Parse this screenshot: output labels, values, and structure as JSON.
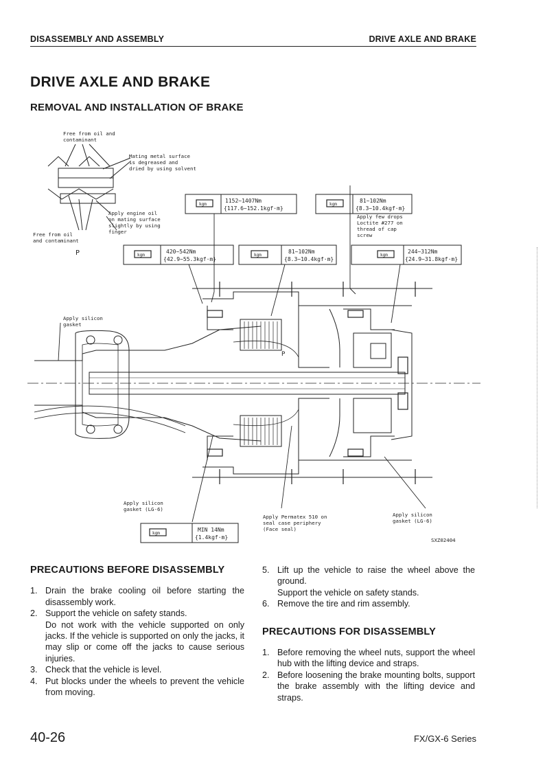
{
  "header": {
    "left": "DISASSEMBLY AND ASSEMBLY",
    "right": "DRIVE AXLE AND BRAKE"
  },
  "title": "DRIVE AXLE AND BRAKE",
  "subtitle": "REMOVAL AND INSTALLATION OF BRAKE",
  "figure": {
    "code": "SXZ02404",
    "labels": {
      "free_oil_top": [
        "Free from oil and",
        "contaminant"
      ],
      "mating_metal": [
        "Mating metal surface",
        "is degreased and",
        "dried by using solvent"
      ],
      "apply_engine_oil": [
        "Apply engine oil",
        "on mating surface",
        "slightly by using",
        "finger"
      ],
      "free_oil_bottom": [
        "Free from oil",
        "and contaminant"
      ],
      "p_left": "P",
      "p_mid": "P",
      "apply_silicon_left": [
        "Apply silicon",
        "gasket"
      ],
      "apply_silicon_bottom": [
        "Apply silicon",
        "gasket (LG-6)"
      ],
      "apply_permatex": [
        "Apply Permatex 510 on",
        "seal case periphery",
        "(Face seal)"
      ],
      "apply_silicon_right": [
        "Apply silicon",
        "gasket (LG-6)"
      ],
      "apply_loctite": [
        "Apply few drops",
        "Loctite #277 on",
        "thread of cap",
        "screw"
      ]
    },
    "torques": [
      {
        "tag": "kgm",
        "line1": "1152~1407Nm",
        "line2": "{117.6~152.1kgf·m}"
      },
      {
        "tag": "kgm",
        "line1": "81~102Nm",
        "line2": "{8.3~10.4kgf·m}"
      },
      {
        "tag": "kgm",
        "line1": "420~542Nm",
        "line2": "{42.9~55.3kgf·m}"
      },
      {
        "tag": "kgm",
        "line1": "81~102Nm",
        "line2": "{8.3~10.4kgf·m}"
      },
      {
        "tag": "kgm",
        "line1": "244~312Nm",
        "line2": "{24.9~31.8kgf·m}"
      },
      {
        "tag": "kgm",
        "line1": "MIN 14Nm",
        "line2": "{1.4kgf·m}"
      }
    ]
  },
  "left_section": {
    "heading": "PRECAUTIONS BEFORE DISASSEMBLY",
    "items": [
      {
        "num": "1.",
        "lines": [
          "Drain the brake cooling oil before starting the disassembly work."
        ]
      },
      {
        "num": "2.",
        "lines": [
          "Support the vehicle on safety stands.",
          "Do not work with the vehicle supported on only jacks. If the vehicle is supported on only the jacks, it may slip or come off the jacks to cause serious injuries."
        ]
      },
      {
        "num": "3.",
        "lines": [
          "Check that the vehicle is level."
        ]
      },
      {
        "num": "4.",
        "lines": [
          "Put blocks under the wheels to prevent the vehicle from moving."
        ]
      }
    ]
  },
  "right_section": {
    "items_top": [
      {
        "num": "5.",
        "lines": [
          "Lift up the vehicle to raise the wheel above the ground.",
          "Support the vehicle on safety stands."
        ]
      },
      {
        "num": "6.",
        "lines": [
          "Remove the tire and rim assembly."
        ]
      }
    ],
    "heading": "PRECAUTIONS FOR DISASSEMBLY",
    "items": [
      {
        "num": "1.",
        "lines": [
          "Before removing the wheel nuts, support the wheel hub with the lifting device and straps."
        ]
      },
      {
        "num": "2.",
        "lines": [
          "Before loosening the brake mounting bolts, support the brake assembly with the lifting device and straps."
        ]
      }
    ]
  },
  "footer": {
    "page": "40-26",
    "series": "FX/GX-6 Series"
  }
}
